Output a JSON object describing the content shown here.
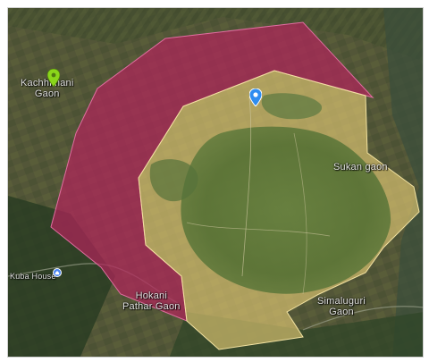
{
  "map": {
    "type": "satellite",
    "zones": [
      {
        "name": "outer-zone",
        "color": "#b0245a"
      },
      {
        "name": "inner-zone",
        "color": "#e8cf78"
      }
    ],
    "places": [
      {
        "id": "kachhimani",
        "lines": [
          "Kachhimani",
          "Gaon"
        ]
      },
      {
        "id": "sukanjan",
        "lines": [
          "Sukan gaon"
        ]
      },
      {
        "id": "cuba-house",
        "lines": [
          "Kuba House"
        ]
      },
      {
        "id": "hokeni",
        "lines": [
          "Hokani",
          "Pathar Gaon"
        ]
      },
      {
        "id": "simaluguri",
        "lines": [
          "Simaluguri",
          "Gaon"
        ]
      }
    ],
    "markers": [
      {
        "id": "green-pin",
        "color": "#8ad61a"
      },
      {
        "id": "blue-pin",
        "color": "#2f8df0"
      }
    ]
  }
}
